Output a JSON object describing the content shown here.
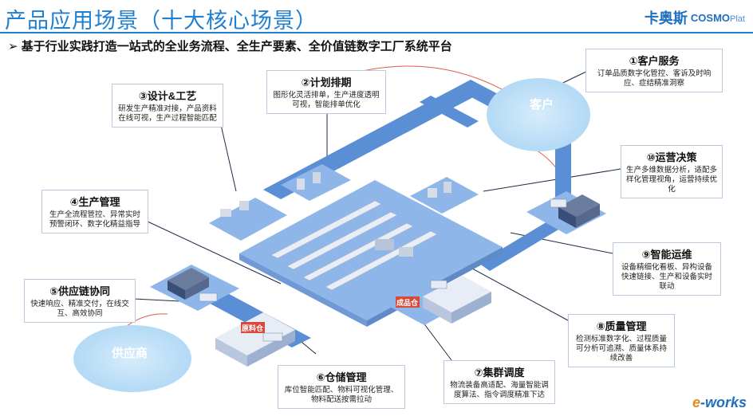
{
  "header": {
    "title": "产品应用场景（十大核心场景）",
    "brand_cn": "卡奥斯",
    "brand_en_bold": "COSMO",
    "brand_en_light": "Plat"
  },
  "subtitle": "➢ 基于行业实践打造一站式的全业务流程、全生产要素、全价值链数字工厂系统平台",
  "clouds": {
    "customer": "客户",
    "supplier": "供应商"
  },
  "zone_labels": {
    "raw_warehouse": "原料仓",
    "finished_warehouse": "成品仓"
  },
  "scenarios": [
    {
      "title": "①客户服务",
      "body": "订单品质数字化管控、客诉及时响应、症结精准洞察"
    },
    {
      "title": "②计划排期",
      "body": "图形化灵活排单，生产进度透明可视，智能排单优化"
    },
    {
      "title": "③设计&工艺",
      "body": "研发生产精准对接，产品资料在线可视，生产过程智能匹配"
    },
    {
      "title": "④生产管理",
      "body": "生产全流程管控、异常实时预警闭环、数字化精益指导"
    },
    {
      "title": "⑤供应链协同",
      "body": "快速响应、精准交付，在线交互、高效协同"
    },
    {
      "title": "⑥仓储管理",
      "body": "库位智能匹配、物料可视化管理、物料配送按需拉动"
    },
    {
      "title": "⑦集群调度",
      "body": "物流装备高适配、海量智能调度算法、指令调度精准下达"
    },
    {
      "title": "⑧质量管理",
      "body": "检测标准数字化、过程质量可分析可追溯、质量体系持续改善"
    },
    {
      "title": "⑨智能运维",
      "body": "设备精细化看板、异构设备快速链接、生产和设备实时联动"
    },
    {
      "title": "⑩运营决策",
      "body": "生产多维数据分析，适配多样化管理视角，运营持续优化"
    }
  ],
  "footer": {
    "logo_e": "e",
    "logo_rest": "-works"
  },
  "colors": {
    "accent": "#1f7fd0",
    "track": "#5a8fd6",
    "floor": "#8fb6e8",
    "building": "#3a4e7a",
    "tag_red": "#d94a3a"
  }
}
